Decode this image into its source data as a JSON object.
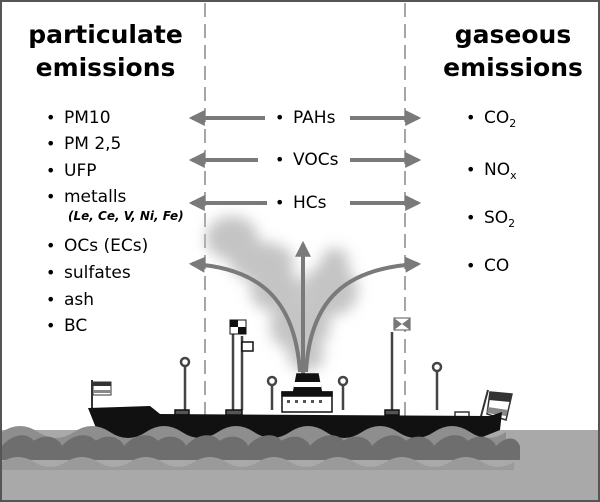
{
  "headings": {
    "particulate": [
      "particulate",
      "emissions"
    ],
    "gaseous": [
      "gaseous",
      "emissions"
    ]
  },
  "particulate_list": [
    {
      "text": "PM10"
    },
    {
      "text": "PM 2,5"
    },
    {
      "text": "UFP"
    },
    {
      "text": "metalls"
    },
    {
      "text": "OCs (ECs)"
    },
    {
      "text": "sulfates"
    },
    {
      "text": "ash"
    },
    {
      "text": "BC"
    }
  ],
  "metals_note": "(Le, Ce, V, Ni, Fe)",
  "shared_list": [
    {
      "text": "PAHs"
    },
    {
      "text": "VOCs"
    },
    {
      "text": "HCs"
    }
  ],
  "gaseous_list": [
    {
      "main": "CO",
      "sub": "2"
    },
    {
      "main": "NO",
      "sub": "x"
    },
    {
      "main": "SO",
      "sub": "2"
    },
    {
      "main": "CO",
      "sub": ""
    }
  ],
  "bullet": "•",
  "colors": {
    "border": "#555555",
    "arrow": "#7a7a7a",
    "smoke": "#c8c8c8",
    "sea": "#a9a9a9",
    "wave_dark": "#6e6e6e",
    "ship_hull": "#111111"
  }
}
